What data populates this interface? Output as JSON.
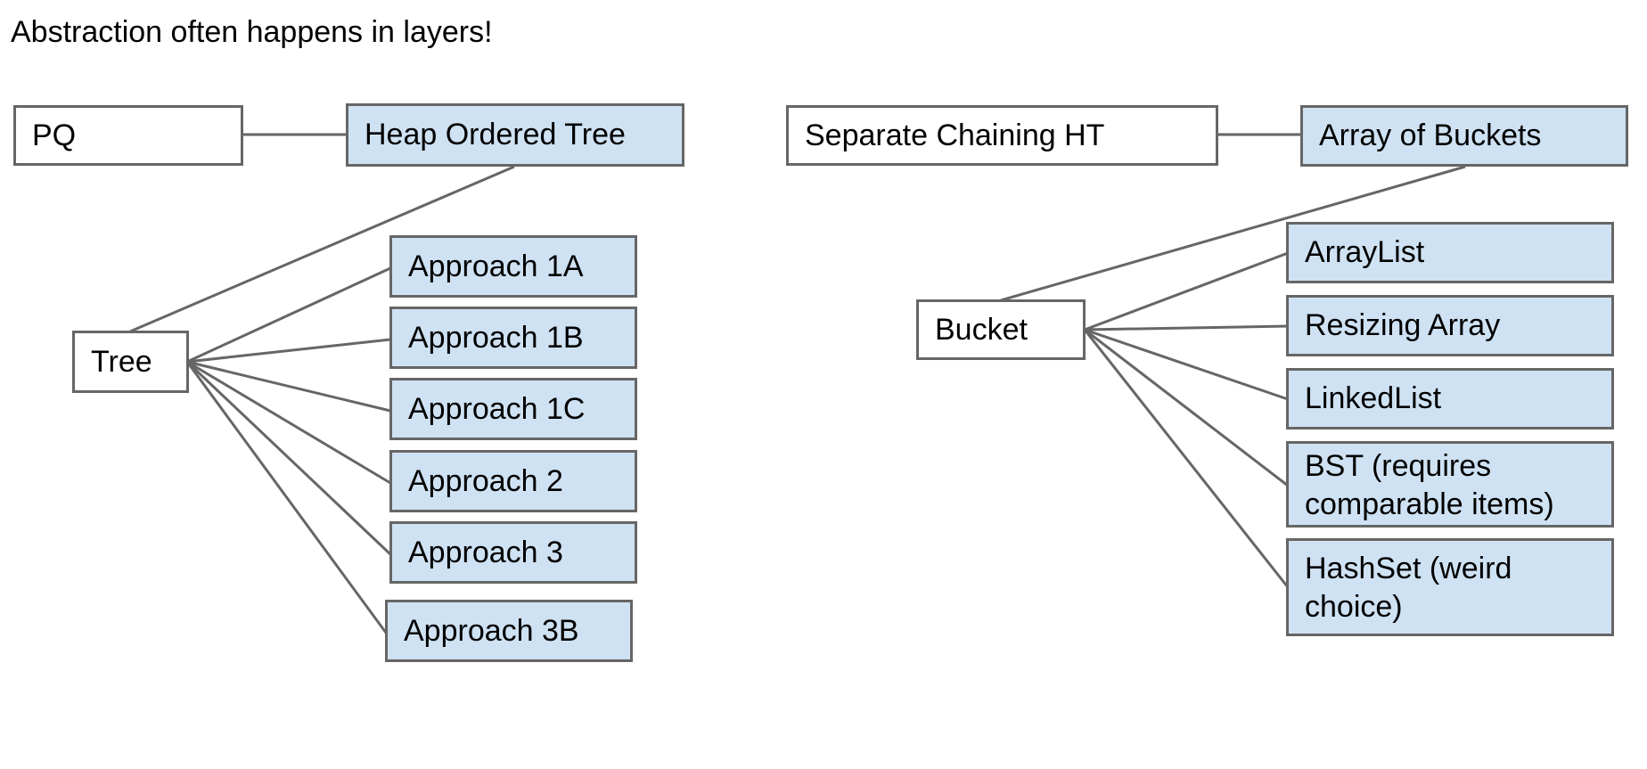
{
  "title": "Abstraction often happens in layers!",
  "colors": {
    "abstract_fill": "#ffffff",
    "implementation_fill": "#cfe2f3",
    "border": "#666666",
    "connector": "#666666"
  },
  "left_tree": {
    "root": "PQ",
    "implementation": "Heap Ordered Tree",
    "component": "Tree",
    "approaches": [
      "Approach 1A",
      "Approach 1B",
      "Approach 1C",
      "Approach 2",
      "Approach 3",
      "Approach 3B"
    ]
  },
  "right_tree": {
    "root": "Separate Chaining HT",
    "implementation": "Array of Buckets",
    "component": "Bucket",
    "options": [
      "ArrayList",
      "Resizing Array",
      "LinkedList",
      "BST (requires comparable items)",
      "HashSet (weird choice)"
    ]
  }
}
